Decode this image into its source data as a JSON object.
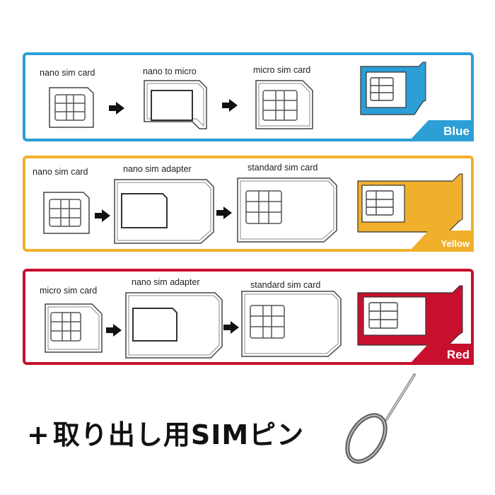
{
  "panels": [
    {
      "id": "blue",
      "color": "#2b9fd6",
      "badge": "Blue",
      "steps": [
        "nano sim card",
        "nano to micro",
        "micro sim card"
      ]
    },
    {
      "id": "yellow",
      "color": "#f0b02c",
      "badge": "Yellow",
      "steps": [
        "nano sim card",
        "nano sim adapter",
        "standard sim card"
      ]
    },
    {
      "id": "red",
      "color": "#c8102e",
      "badge": "Red",
      "steps": [
        "micro sim card",
        "nano sim adapter",
        "standard sim card"
      ]
    }
  ],
  "footer": {
    "plus": "+",
    "text": "取り出し用SIMピン"
  },
  "icons": [
    "arrow-right-icon",
    "sim-chip-icon",
    "sim-ejector-pin-icon"
  ]
}
